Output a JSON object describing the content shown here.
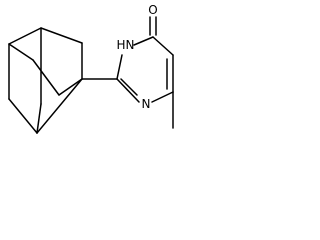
{
  "molecule": {
    "atoms": {
      "carbonyl_oxygen": "O",
      "ring_nh": "H",
      "ring_nh_n": "N",
      "ring_n": "N"
    }
  }
}
